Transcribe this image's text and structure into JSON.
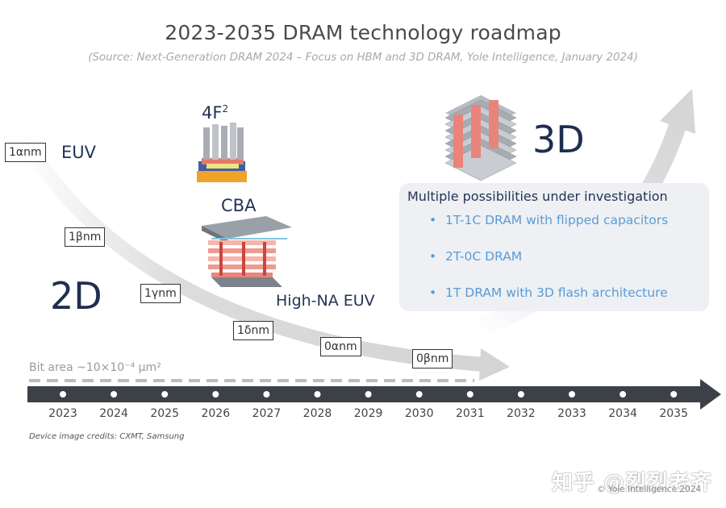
{
  "title": "2023-2035 DRAM technology roadmap",
  "subtitle": "(Source: Next-Generation DRAM 2024 – Focus on HBM and 3D DRAM, Yole Intelligence, January 2024)",
  "nodes": [
    "1αnm",
    "1βnm",
    "1γnm",
    "1δnm",
    "0αnm",
    "0βnm"
  ],
  "labels": {
    "two_d": "2D",
    "three_d": "3D",
    "euv": "EUV",
    "four_f2": "4F",
    "four_f2_sup": "2",
    "cba": "CBA",
    "high_na_euv": "High-NA EUV"
  },
  "panel": {
    "heading": "Multiple possibilities under investigation",
    "items": [
      "1T-1C DRAM with flipped capacitors",
      "2T-0C DRAM",
      "1T DRAM with 3D flash architecture"
    ]
  },
  "bit_area": "Bit area ~10×10⁻⁴ µm²",
  "years": [
    "2023",
    "2024",
    "2025",
    "2026",
    "2027",
    "2028",
    "2029",
    "2030",
    "2031",
    "2032",
    "2033",
    "2034",
    "2035"
  ],
  "credits": "Device image credits: CXMT, Samsung",
  "watermark": "知乎 @烈烈老齐",
  "copyright": "© Yole Intelligence 2024",
  "colors": {
    "timeline": "#3b4146",
    "navy": "#1f2e4f",
    "bullet_blue": "#5b9bd5",
    "panel_bg": "#eef0f4",
    "device_pink": "#e8847a"
  }
}
